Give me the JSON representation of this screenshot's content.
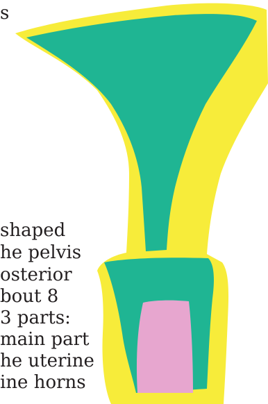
{
  "text_lines": [
    "s",
    "shaped",
    "he pelvis",
    "osterior",
    "bout 8",
    "3 parts:",
    "main part",
    "he uterine",
    "ine horns"
  ],
  "colors": {
    "paper_yellow": "#f7ec3a",
    "paper_green": "#1fb593",
    "paper_pink": "#e7a6cf",
    "text": "#231f20",
    "background": "#ffffff"
  }
}
